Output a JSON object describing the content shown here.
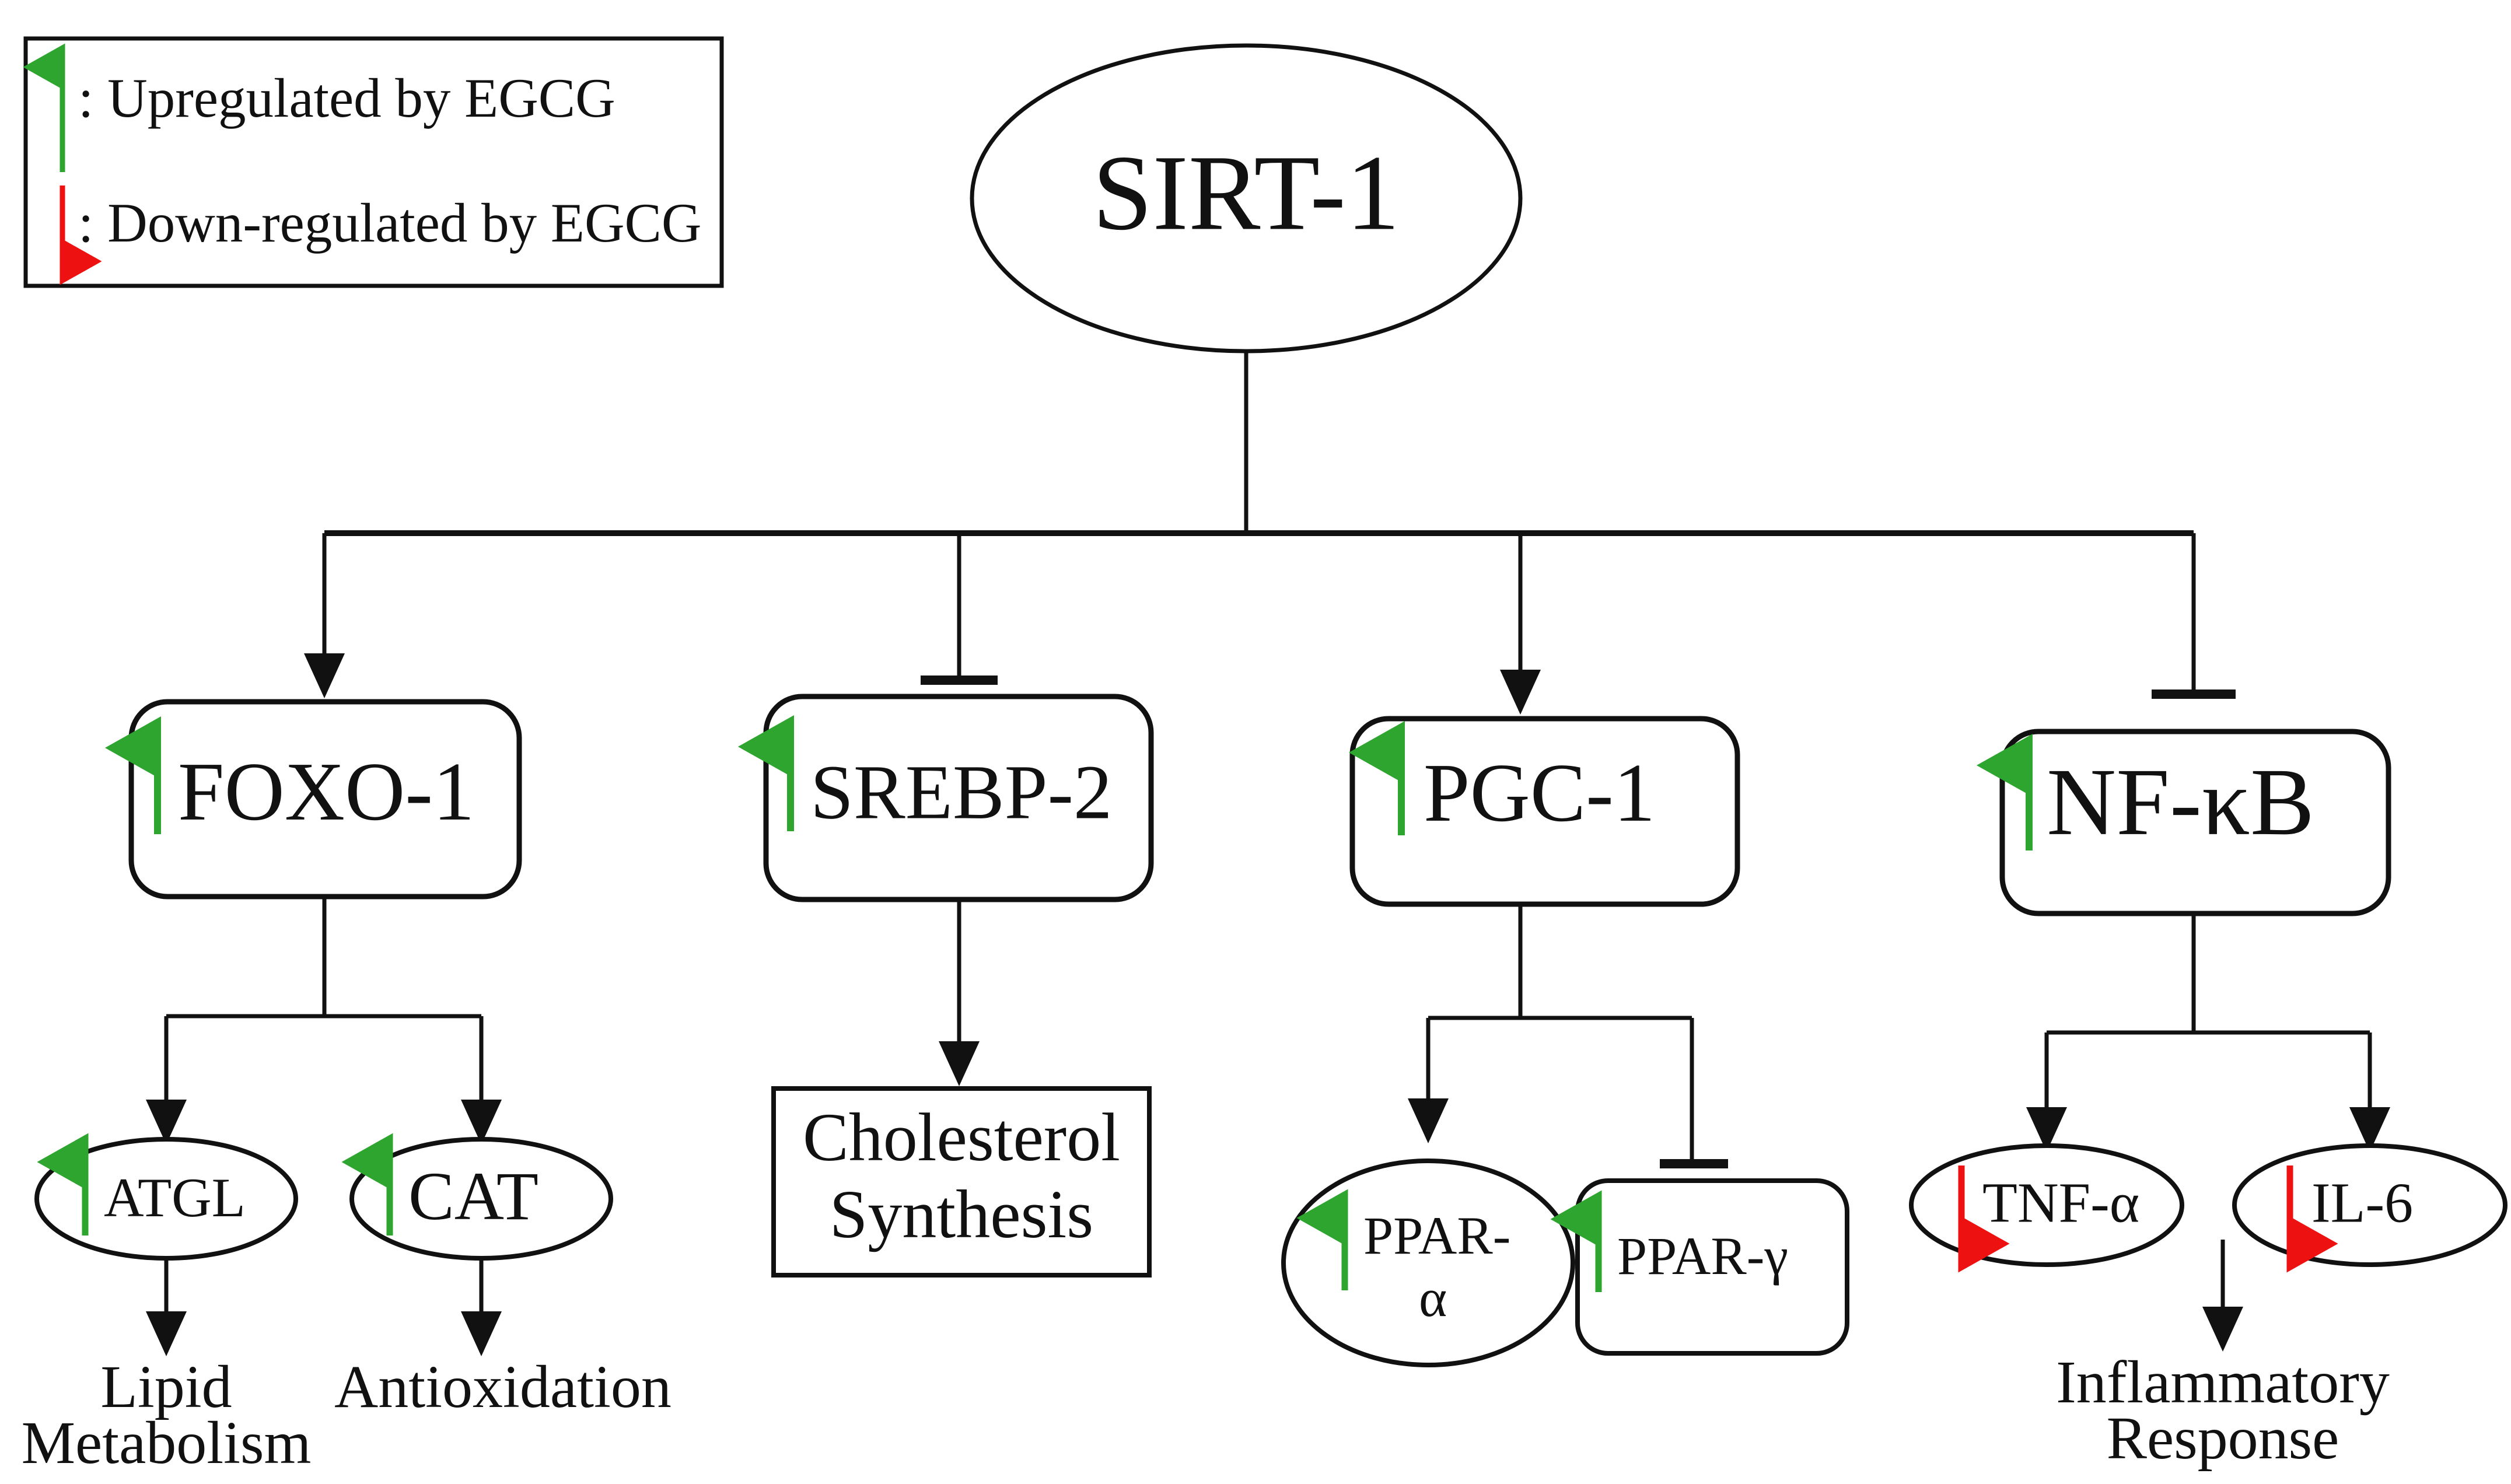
{
  "colors": {
    "up_arrow": "#2ea52e",
    "down_arrow": "#ee1111",
    "stroke": "#111111",
    "background": "#ffffff"
  },
  "legend": {
    "up": {
      "arrow": "up",
      "color": "#2ea52e",
      "text": ": Upregulated by EGCG"
    },
    "down": {
      "arrow": "down",
      "color": "#ee1111",
      "text": ": Down-regulated by EGCG"
    }
  },
  "nodes": {
    "sirt1": {
      "label": "SIRT-1",
      "shape": "ellipse",
      "regulation": "none"
    },
    "foxo1": {
      "label": "FOXO-1",
      "shape": "rounded-rect",
      "regulation": "up"
    },
    "srebp2": {
      "label": "SREBP-2",
      "shape": "rounded-rect",
      "regulation": "up"
    },
    "pgc1": {
      "label": "PGC-1",
      "shape": "rounded-rect",
      "regulation": "up"
    },
    "nfkb": {
      "label": "NF-κB",
      "shape": "rounded-rect",
      "regulation": "up"
    },
    "atgl": {
      "label": "ATGL",
      "shape": "ellipse",
      "regulation": "up"
    },
    "cat": {
      "label": "CAT",
      "shape": "ellipse",
      "regulation": "up"
    },
    "chol": {
      "label_line1": "Cholesterol",
      "label_line2": "Synthesis",
      "shape": "rect",
      "regulation": "none"
    },
    "ppara": {
      "label_line1": "PPAR-",
      "label_line2": "α",
      "shape": "ellipse",
      "regulation": "up"
    },
    "pparg": {
      "label": "PPAR-γ",
      "shape": "rounded-rect",
      "regulation": "up"
    },
    "tnfa": {
      "label": "TNF-α",
      "shape": "ellipse",
      "regulation": "down"
    },
    "il6": {
      "label": "IL-6",
      "shape": "ellipse",
      "regulation": "down"
    },
    "lipid": {
      "label_line1": "Lipid",
      "label_line2": "Metabolism",
      "shape": "text",
      "regulation": "none"
    },
    "antiox": {
      "label": "Antioxidation",
      "shape": "text",
      "regulation": "none"
    },
    "inflam": {
      "label_line1": "Inflammatory",
      "label_line2": "Response",
      "shape": "text",
      "regulation": "none"
    }
  },
  "edges": [
    {
      "from": "sirt1",
      "to": "foxo1",
      "type": "activation"
    },
    {
      "from": "sirt1",
      "to": "srebp2",
      "type": "inhibition"
    },
    {
      "from": "sirt1",
      "to": "pgc1",
      "type": "activation"
    },
    {
      "from": "sirt1",
      "to": "nfkb",
      "type": "inhibition"
    },
    {
      "from": "foxo1",
      "to": "atgl",
      "type": "activation"
    },
    {
      "from": "foxo1",
      "to": "cat",
      "type": "activation"
    },
    {
      "from": "srebp2",
      "to": "chol",
      "type": "activation"
    },
    {
      "from": "pgc1",
      "to": "ppara",
      "type": "activation"
    },
    {
      "from": "pgc1",
      "to": "pparg",
      "type": "inhibition"
    },
    {
      "from": "nfkb",
      "to": "tnfa",
      "type": "activation"
    },
    {
      "from": "nfkb",
      "to": "il6",
      "type": "activation"
    },
    {
      "from": "atgl",
      "to": "lipid",
      "type": "activation"
    },
    {
      "from": "cat",
      "to": "antiox",
      "type": "activation"
    },
    {
      "from": "tnfa",
      "to": "inflam",
      "type": "activation"
    }
  ]
}
